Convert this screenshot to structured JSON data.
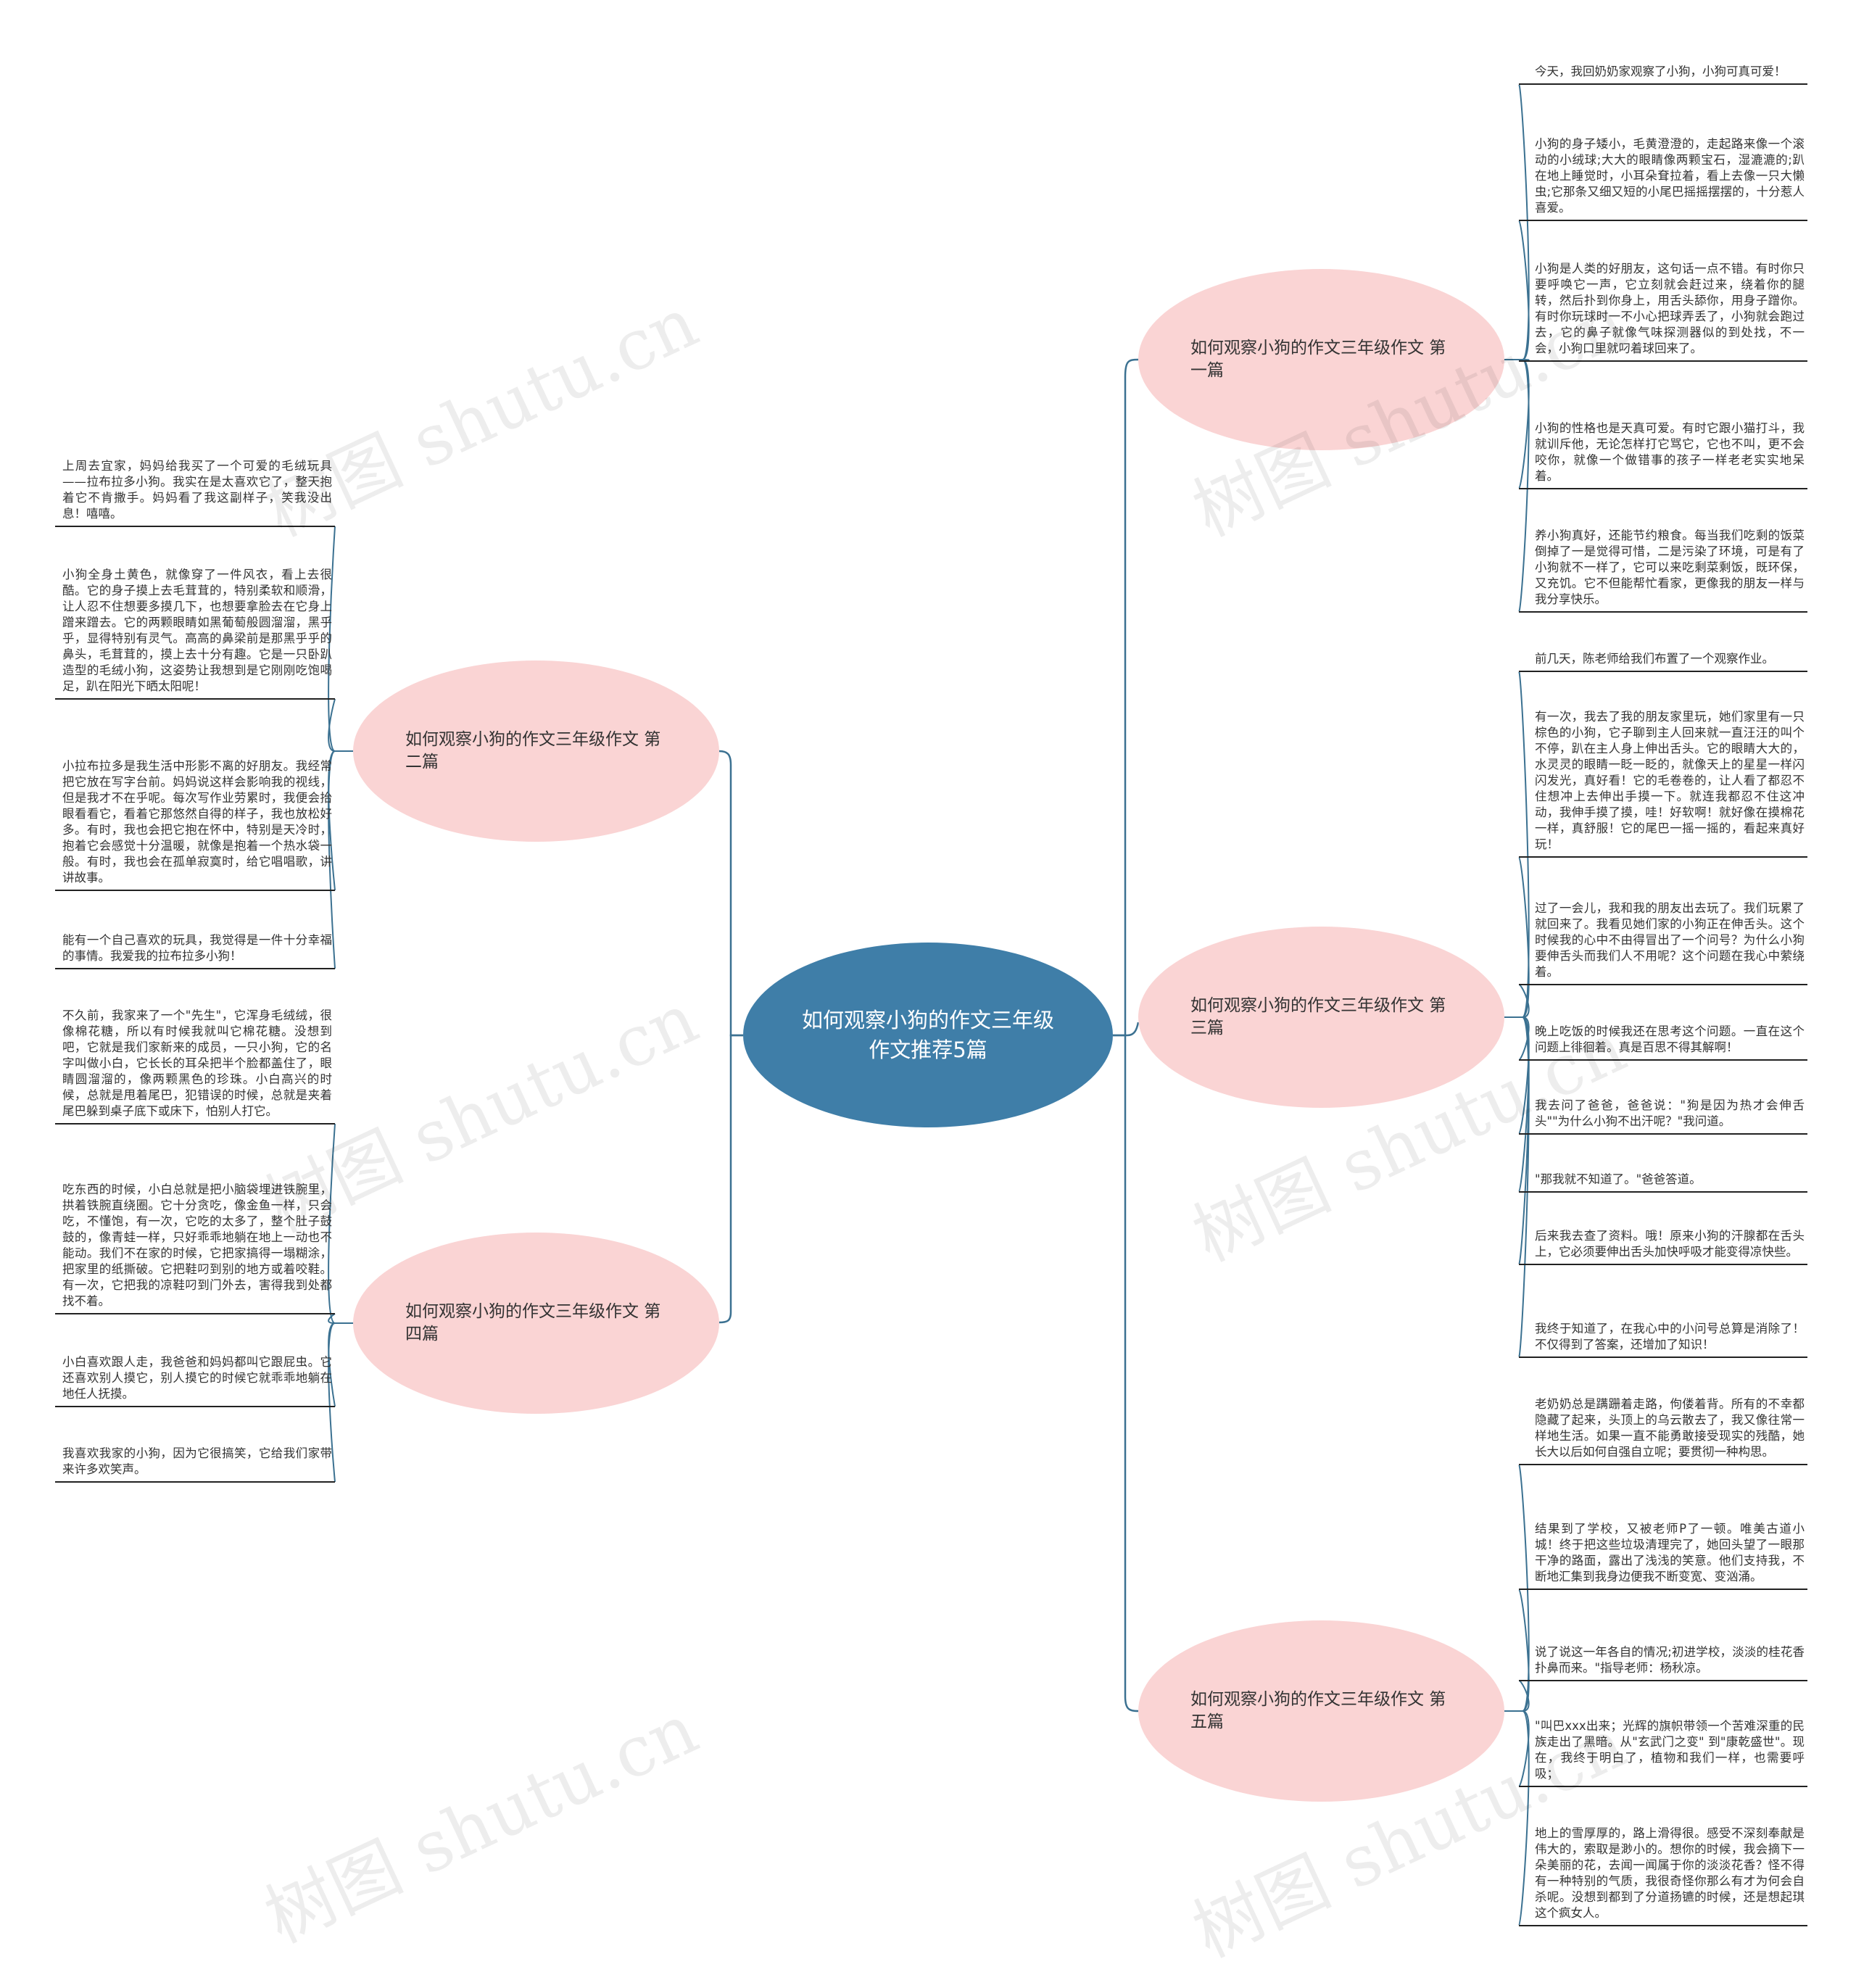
{
  "watermark": "树图 shutu.cn",
  "center": "如何观察小狗的作文三年级作文推荐5篇",
  "branches": [
    {
      "label": "如何观察小狗的作文三年级作文 第一篇",
      "leaves": [
        "今天，我回奶奶家观察了小狗，小狗可真可爱！",
        "小狗的身子矮小，毛黄澄澄的，走起路来像一个滚动的小绒球;大大的眼睛像两颗宝石，湿漉漉的;趴在地上睡觉时，小耳朵耷拉着，看上去像一只大懒虫;它那条又细又短的小尾巴摇摇摆摆的，十分惹人喜爱。",
        "小狗是人类的好朋友，这句话一点不错。有时你只要呼唤它一声，它立刻就会赶过来，绕着你的腿转，然后扑到你身上，用舌头舔你，用身子蹭你。有时你玩球时一不小心把球弄丢了，小狗就会跑过去，它的鼻子就像气味探测器似的到处找，不一会，小狗口里就叼着球回来了。",
        "小狗的性格也是天真可爱。有时它跟小猫打斗，我就训斥他，无论怎样打它骂它，它也不叫，更不会咬你，就像一个做错事的孩子一样老老实实地呆着。",
        "养小狗真好，还能节约粮食。每当我们吃剩的饭菜倒掉了一是觉得可惜，二是污染了环境，可是有了小狗就不一样了，它可以来吃剩菜剩饭，既环保，又充饥。它不但能帮忙看家，更像我的朋友一样与我分享快乐。"
      ]
    },
    {
      "label": "如何观察小狗的作文三年级作文 第二篇",
      "leaves": [
        "上周去宜家，妈妈给我买了一个可爱的毛绒玩具——拉布拉多小狗。我实在是太喜欢它了，整天抱着它不肯撒手。妈妈看了我这副样子，笑我没出息！嘻嘻。",
        "小狗全身土黄色，就像穿了一件风衣，看上去很酷。它的身子摸上去毛茸茸的，特别柔软和顺滑，让人忍不住想要多摸几下，也想要拿脸去在它身上蹭来蹭去。它的两颗眼睛如黑葡萄般圆溜溜，黑乎乎，显得特别有灵气。高高的鼻梁前是那黑乎乎的鼻头，毛茸茸的，摸上去十分有趣。它是一只卧趴造型的毛绒小狗，这姿势让我想到是它刚刚吃饱喝足，趴在阳光下晒太阳呢！",
        "小拉布拉多是我生活中形影不离的好朋友。我经常把它放在写字台前。妈妈说这样会影响我的视线，但是我才不在乎呢。每次写作业劳累时，我便会抬眼看看它，看着它那悠然自得的样子，我也放松好多。有时，我也会把它抱在怀中，特别是天冷时，抱着它会感觉十分温暖，就像是抱着一个热水袋一般。有时，我也会在孤单寂寞时，给它唱唱歌，讲讲故事。",
        "能有一个自己喜欢的玩具，我觉得是一件十分幸福的事情。我爱我的拉布拉多小狗！"
      ]
    },
    {
      "label": "如何观察小狗的作文三年级作文 第三篇",
      "leaves": [
        "前几天，陈老师给我们布置了一个观察作业。",
        "有一次，我去了我的朋友家里玩，她们家里有一只棕色的小狗，它子聊到主人回来就一直汪汪的叫个不停，趴在主人身上伸出舌头。它的眼睛大大的，水灵灵的眼睛一眨一眨的，就像天上的星星一样闪闪发光，真好看！它的毛卷卷的，让人看了都忍不住想冲上去伸出手摸一下。就连我都忍不住这冲动，我伸手摸了摸，哇！好软啊！就好像在摸棉花一样，真舒服！它的尾巴一摇一摇的，看起来真好玩！",
        "过了一会儿，我和我的朋友出去玩了。我们玩累了就回来了。我看见她们家的小狗正在伸舌头。这个时候我的心中不由得冒出了一个问号？为什么小狗要伸舌头而我们人不用呢？这个问题在我心中萦绕着。",
        "晚上吃饭的时候我还在思考这个问题。一直在这个问题上徘徊着。真是百思不得其解啊！",
        "我去问了爸爸，爸爸说：\"狗是因为热才会伸舌头\"\"为什么小狗不出汗呢？\"我问道。",
        "\"那我就不知道了。\"爸爸答道。",
        "后来我去查了资料。哦！原来小狗的汗腺都在舌头上，它必须要伸出舌头加快呼吸才能变得凉快些。",
        "我终于知道了，在我心中的小问号总算是消除了！不仅得到了答案，还增加了知识！"
      ]
    },
    {
      "label": "如何观察小狗的作文三年级作文 第四篇",
      "leaves": [
        "不久前，我家来了一个\"先生\"，它浑身毛绒绒，很像棉花糖，所以有时候我就叫它棉花糖。没想到吧，它就是我们家新来的成员，一只小狗，它的名字叫做小白，它长长的耳朵把半个脸都盖住了，眼睛圆溜溜的，像两颗黑色的珍珠。小白高兴的时候，总就是甩着尾巴，犯错误的时候，总就是夹着尾巴躲到桌子底下或床下，怕别人打它。",
        "吃东西的时候，小白总就是把小脑袋埋进铁腕里，拱着铁腕直绕圈。它十分贪吃，像金鱼一样，只会吃，不懂饱，有一次，它吃的太多了，整个肚子鼓鼓的，像青蛙一样，只好乖乖地躺在地上一动也不能动。我们不在家的时候，它把家搞得一塌糊涂，把家里的纸撕破。它把鞋叼到别的地方或着咬鞋。有一次，它把我的凉鞋叼到门外去，害得我到处都找不着。",
        "小白喜欢跟人走，我爸爸和妈妈都叫它跟屁虫。它还喜欢别人摸它，别人摸它的时候它就乖乖地躺在地任人抚摸。",
        "我喜欢我家的小狗，因为它很搞笑，它给我们家带来许多欢笑声。"
      ]
    },
    {
      "label": "如何观察小狗的作文三年级作文 第五篇",
      "leaves": [
        "老奶奶总是蹒跚着走路，佝偻着背。所有的不幸都隐藏了起来，头顶上的乌云散去了，我又像往常一样地生活。如果一直不能勇敢接受现实的残酷，她长大以后如何自强自立呢；要贯彻一种构思。",
        "结果到了学校，又被老师P了一顿。唯美古道小城！终于把这些垃圾清理完了，她回头望了一眼那干净的路面，露出了浅浅的笑意。他们支持我，不断地汇集到我身边便我不断变宽、变汹涌。",
        "说了说这一年各自的情况;初进学校，淡淡的桂花香扑鼻而来。\"指导老师：杨秋凉。",
        "\"叫巴xxx出来；光辉的旗帜带领一个苦难深重的民族走出了黑暗。从\"玄武门之变\" 到\"康乾盛世\"。现在，我终于明白了，植物和我们一样，也需要呼吸；",
        "地上的雪厚厚的，路上滑得很。感受不深刻奉献是伟大的，索取是渺小的。想你的时候，我会摘下一朵美丽的花，去闻一闻属于你的淡淡花香？怪不得有一种特别的气质，我很奇怪你那么有才为何会自杀呢。没想到都到了分道扬镳的时候，还是想起琪这个疯女人。"
      ]
    }
  ],
  "colors": {
    "center_fill": "#3f7ea8",
    "branch_fill": "#fad4d4",
    "line": "#3b7191",
    "leaf_underline": "#222222"
  }
}
